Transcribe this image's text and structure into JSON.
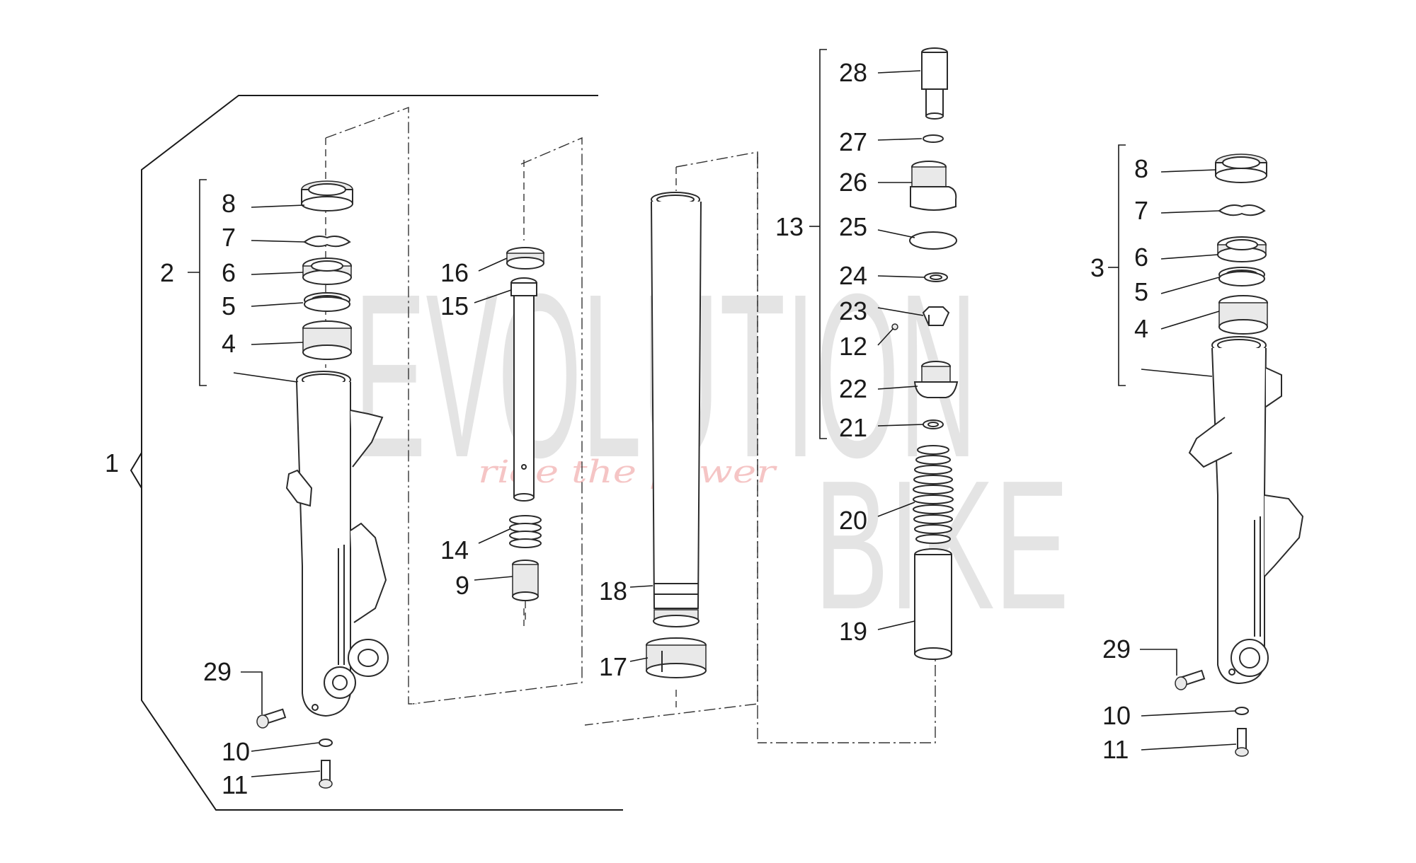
{
  "callouts": {
    "c1": "1",
    "c2": "2",
    "c3": "3",
    "c4": "4",
    "c5": "5",
    "c6": "6",
    "c7": "7",
    "c8": "8",
    "c9": "9",
    "c10": "10",
    "c11": "11",
    "c12": "12",
    "c13": "13",
    "c14": "14",
    "c15": "15",
    "c16": "16",
    "c17": "17",
    "c18": "18",
    "c19": "19",
    "c20": "20",
    "c21": "21",
    "c22": "22",
    "c23": "23",
    "c24": "24",
    "c25": "25",
    "c26": "26",
    "c27": "27",
    "c28": "28",
    "c29": "29"
  },
  "watermark": {
    "brand_word_1": "EVOLUTION",
    "brand_word_2": "BIKE",
    "slogan": "ride the power"
  }
}
